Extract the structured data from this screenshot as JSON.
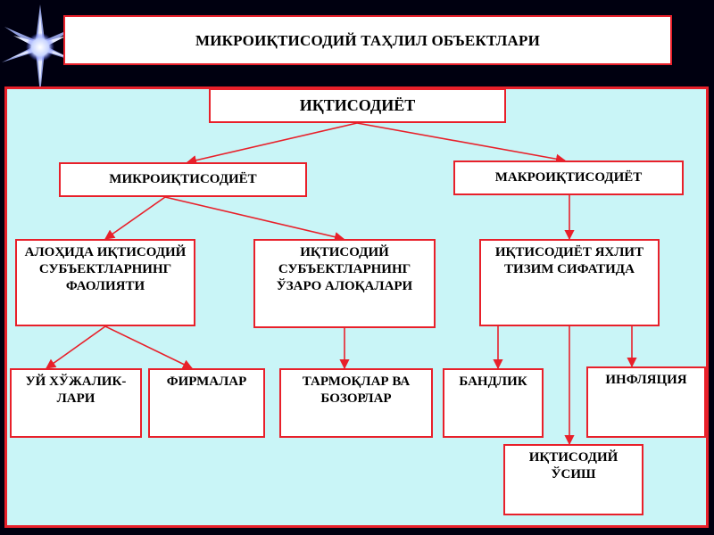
{
  "title": "МИКРОИҚТИСОДИЙ ТАҲЛИЛ ОБЪЕКТЛАРИ",
  "nodes": {
    "root": "ИҚТИСОДИЁТ",
    "micro": "МИКРОИҚТИСОДИЁТ",
    "macro": "МАКРОИҚТИСОДИЁТ",
    "activity": "АЛОҲИДА ИҚТИСОДИЙ СУБЪЕКТЛАРНИНГ ФАОЛИЯТИ",
    "relations": "ИҚТИСОДИЙ СУБЪЕКТЛАРНИНГ ЎЗАРО АЛОҚАЛАРИ",
    "system": "ИҚТИСОДИЁТ ЯХЛИТ ТИЗИМ СИФАТИДА",
    "households": "УЙ ХЎЖАЛИК-ЛАРИ",
    "firms": "ФИРМАЛАР",
    "markets": "ТАРМОҚЛАР ВА БОЗОРЛАР",
    "employment": "БАНДЛИК",
    "inflation": "ИНФЛЯЦИЯ",
    "growth": "ИҚТИСОДИЙ ЎСИШ"
  },
  "colors": {
    "border": "#e8202a",
    "panel": "#c9f5f7",
    "background": "#000010",
    "watermark": "#3aa84a"
  }
}
